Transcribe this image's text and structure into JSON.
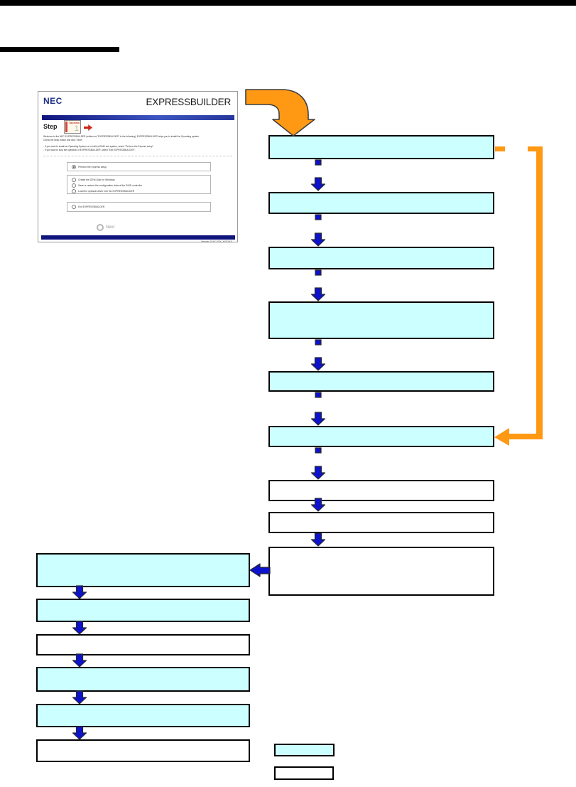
{
  "colors": {
    "box_fill_cyan": "#ccffff",
    "arrow_blue": "#0d12cc",
    "connector_orange": "#ff9914",
    "title_bar_black": "#000000",
    "eb_bar_navy": "#10157e"
  },
  "screenshot": {
    "nec_logo": "NEC",
    "title": "EXPRESSBUILDER",
    "step_label": "Step",
    "step_icon_text": "Top menu",
    "step_icon_number": "1",
    "welcome_line1": "Welcome to the NEC EXPRESSBUILDER (written as \"EXPRESSBUILDER\" in the following). EXPRESSBUILDER helps you to install the Operating system.",
    "welcome_line2": "Check the radio button and click \"Next\".",
    "bullet1": "- If you want to install an Operating System or to build a RAID sub system, select \"Perform the Express setup\".",
    "bullet2": "- If you want to stop the operation of EXPRESSBUILDER, select \"Exit EXPRESSBUILDER\".",
    "radio_groups": [
      {
        "options": [
          {
            "label": "Perform the Express setup",
            "selected": true
          }
        ]
      },
      {
        "options": [
          {
            "label": "Create the OEM-Disk for Windows",
            "selected": false
          },
          {
            "label": "Save or restore the configuration data of the RAID controller",
            "selected": false
          },
          {
            "label": "Load the optional driver into the EXPRESSBUILDER",
            "selected": false
          }
        ]
      },
      {
        "options": [
          {
            "label": "Exit EXPRESSBUILDER",
            "selected": false
          }
        ]
      }
    ],
    "next_label": "Next",
    "version": "Version: 5.XX-XXX, XXXXXX"
  },
  "flowchart": {
    "right_column_boxes": [
      {
        "fill": "cyan",
        "label": ""
      },
      {
        "fill": "cyan",
        "label": ""
      },
      {
        "fill": "cyan",
        "label": ""
      },
      {
        "fill": "cyan",
        "label": ""
      },
      {
        "fill": "cyan",
        "label": ""
      },
      {
        "fill": "cyan",
        "label": ""
      },
      {
        "fill": "white",
        "label": ""
      },
      {
        "fill": "white",
        "label": ""
      },
      {
        "fill": "white",
        "label": ""
      }
    ],
    "left_column_boxes": [
      {
        "fill": "cyan",
        "label": ""
      },
      {
        "fill": "cyan",
        "label": ""
      },
      {
        "fill": "white",
        "label": ""
      },
      {
        "fill": "cyan",
        "label": ""
      },
      {
        "fill": "cyan",
        "label": ""
      },
      {
        "fill": "white",
        "label": ""
      }
    ],
    "legend": [
      {
        "fill": "cyan",
        "label": ""
      },
      {
        "fill": "white",
        "label": ""
      }
    ]
  }
}
